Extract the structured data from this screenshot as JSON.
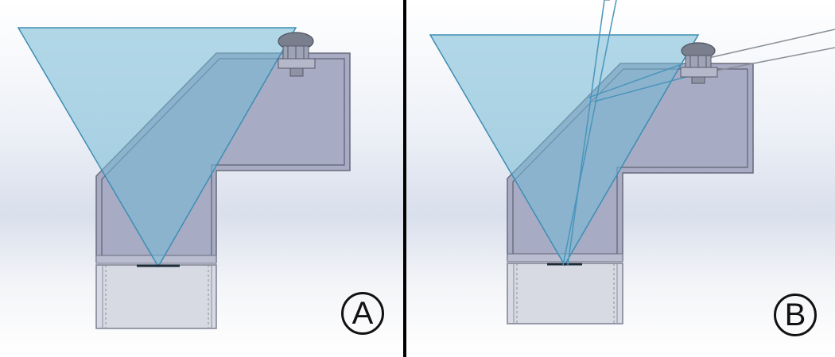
{
  "panels": [
    {
      "id": "A",
      "label": "A"
    },
    {
      "id": "B",
      "label": "B"
    }
  ],
  "colors": {
    "background_top": "#ffffff",
    "background_band": "#d4dbea",
    "divider": "#000000",
    "housing_fill": "#a9aec5",
    "housing_stroke": "#6f7384",
    "base_fill": "#d6d8e2",
    "beam_fill": "#6fb3d0",
    "beam_stroke": "#3f8fb5",
    "stray_ray": "#8a8f96",
    "sensor_dark": "#6e7280"
  }
}
